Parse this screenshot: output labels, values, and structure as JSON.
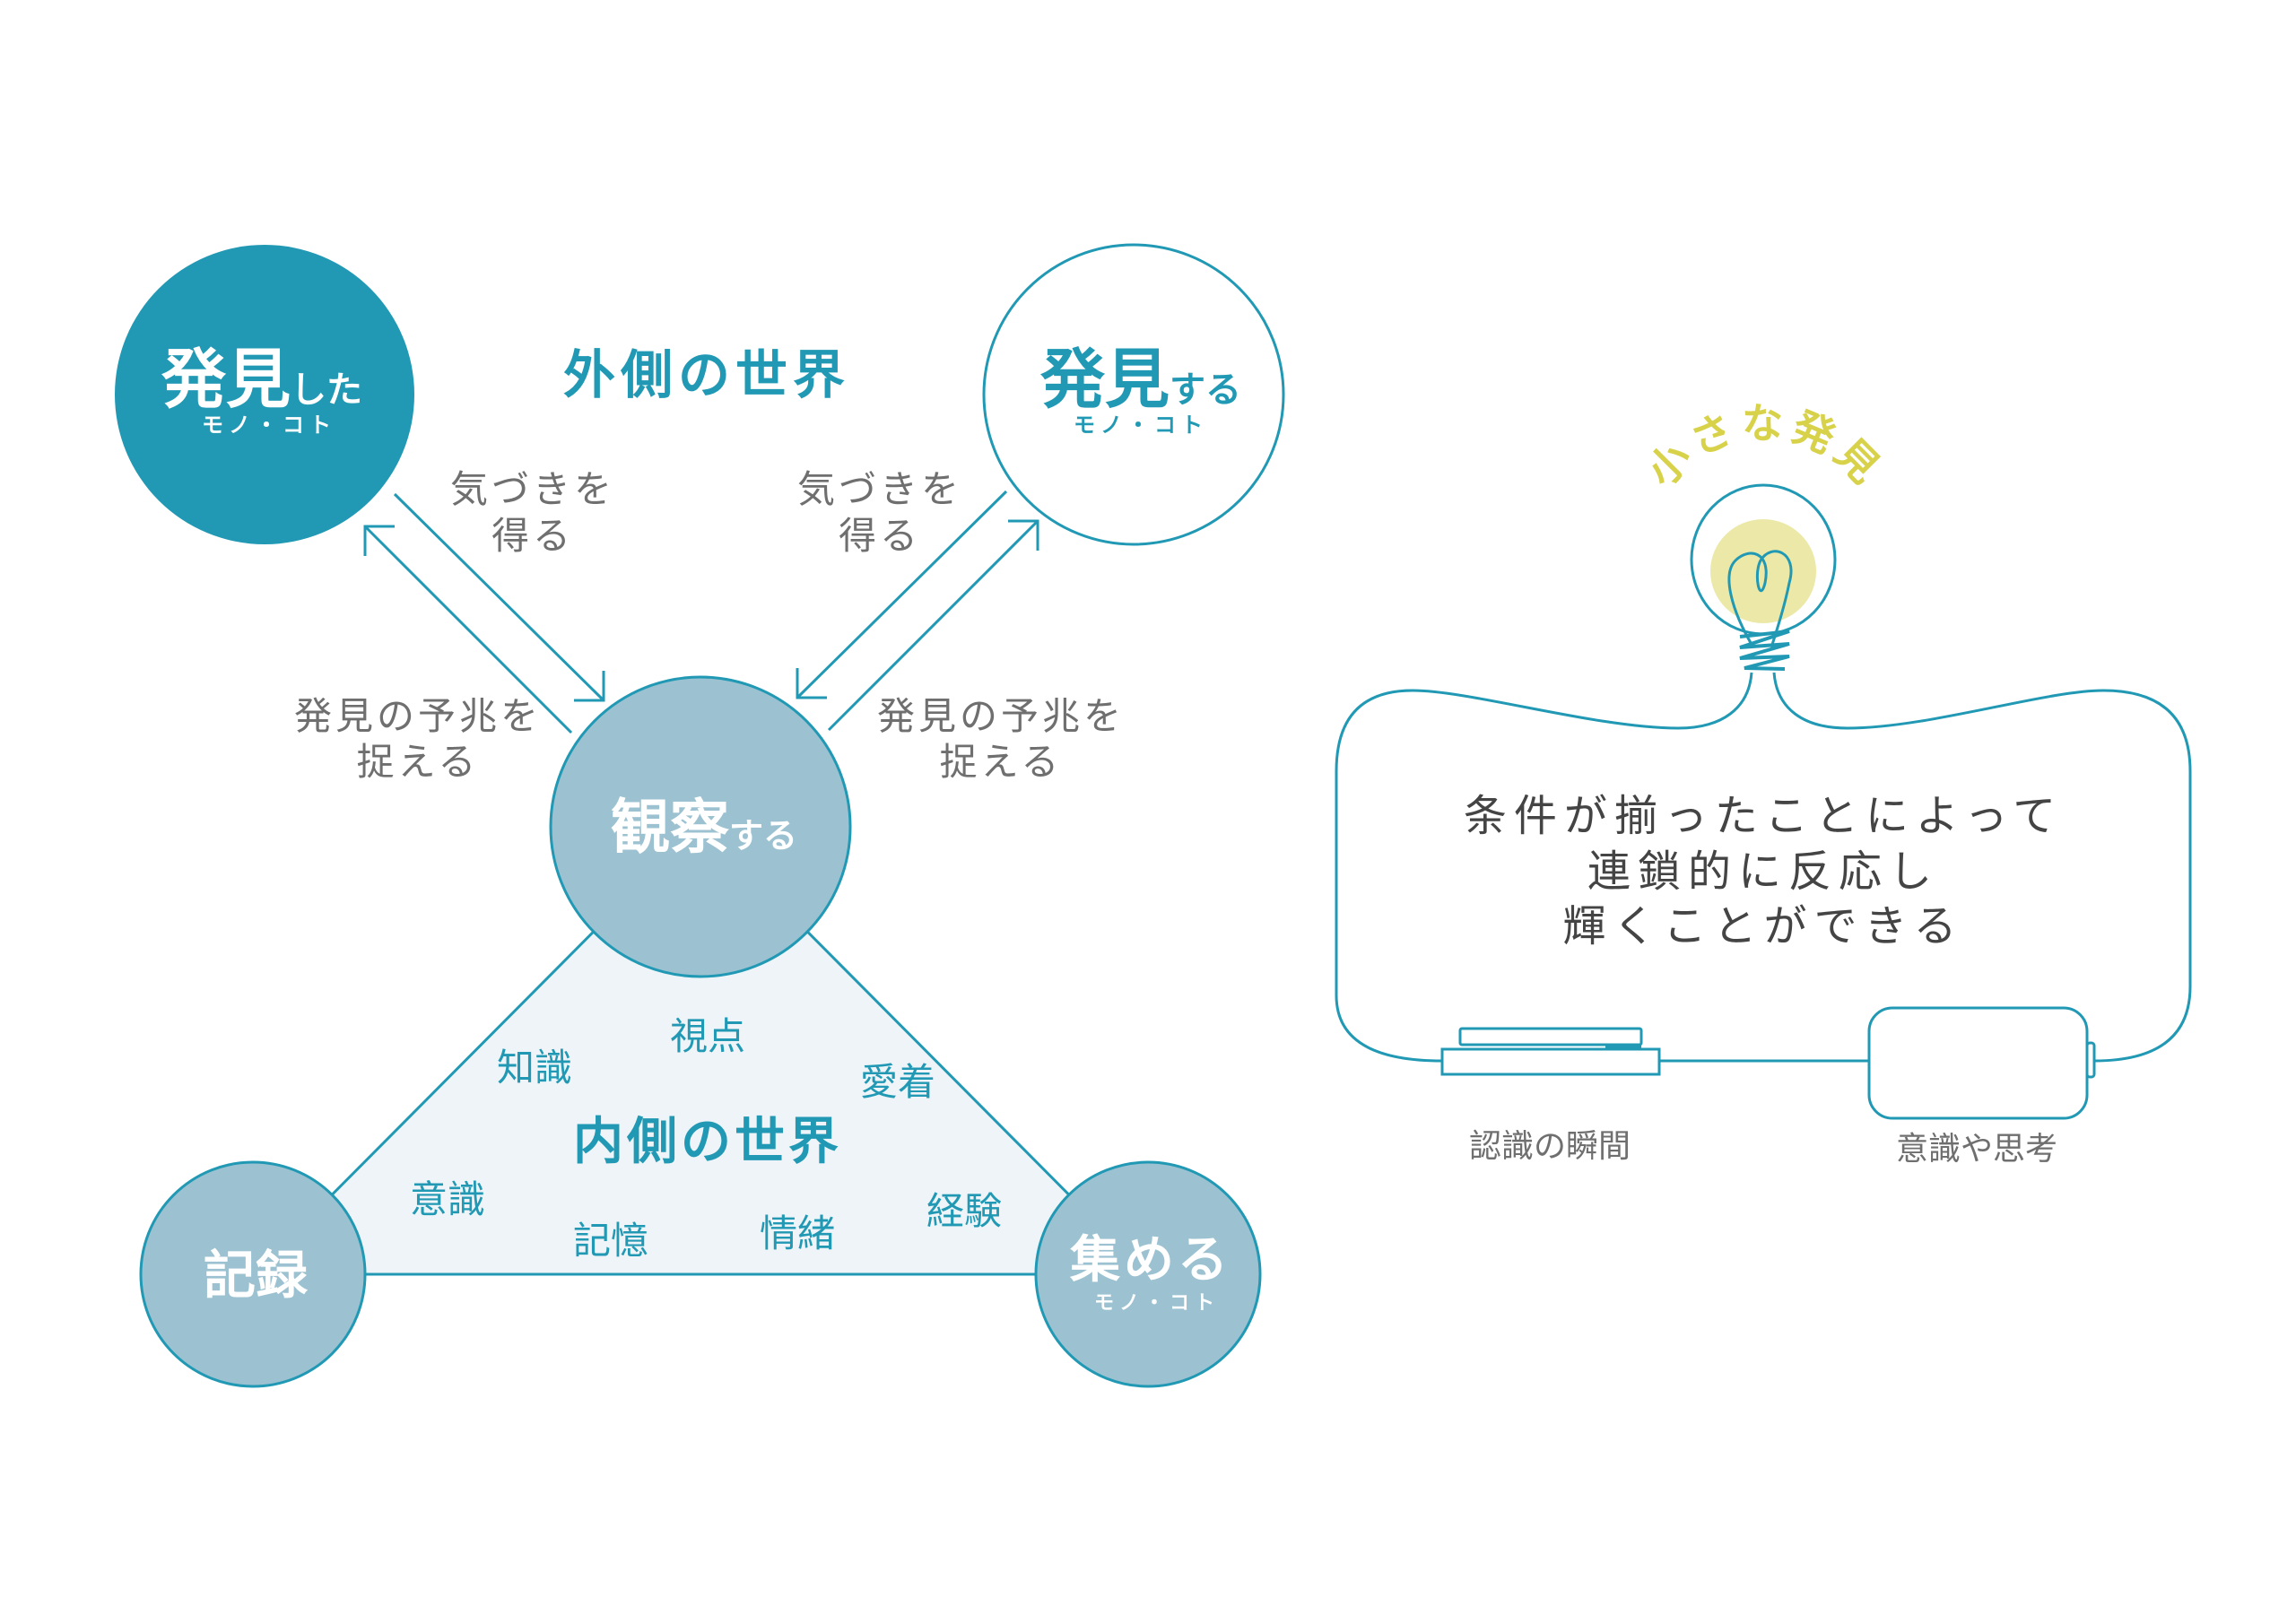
{
  "colors": {
    "teal": "#2199b4",
    "light_blue": "#9cc2d2",
    "inner_fill": "#eef4f7",
    "yellow": "#d8d24a",
    "glow": "#ece9a8",
    "gray_text": "#6f6f6f"
  },
  "outer": {
    "title": "外側の世界",
    "discovered": {
      "main": "発見",
      "suffix": "した",
      "sub": "モノ・コト"
    },
    "discover": {
      "main": "発見",
      "suffix": "する",
      "sub": "モノ・コト"
    },
    "left_gain": [
      "気づきを",
      "得る"
    ],
    "right_gain": [
      "気づきを",
      "得る"
    ],
    "left_sign": [
      "発見の予兆を",
      "捉える"
    ],
    "right_sign": [
      "発見の予兆を",
      "捉える"
    ]
  },
  "center": {
    "main": "観察",
    "suffix": "する"
  },
  "record": {
    "main": "記録"
  },
  "collect": {
    "main": "集める",
    "sub": "モノ・コト"
  },
  "inner": {
    "title": "内側の世界",
    "words": {
      "viewpoint": "視点",
      "knowledge": "知識",
      "attachment": "愛着",
      "consciousness": "意識",
      "memory": "記憶",
      "emotion": "情緒",
      "experience": "経験"
    }
  },
  "circuit": {
    "bulb_label": "小さな発見",
    "message": [
      "条件が揃ったことによって",
      "連鎖的に反応し",
      "輝くことができる"
    ],
    "switch_label": "認識の瞬間",
    "battery_label": "意識や思考"
  }
}
